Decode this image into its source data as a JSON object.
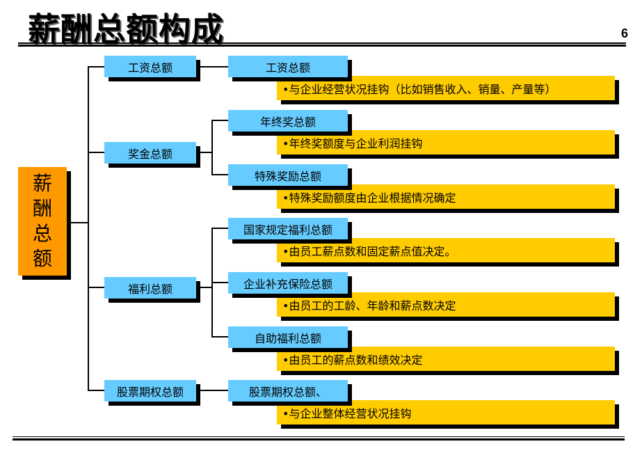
{
  "title": "薪酬总额构成",
  "page_number": "6",
  "root": {
    "chars": [
      "薪",
      "酬",
      "总",
      "额"
    ]
  },
  "level1": [
    "工资总额",
    "奖金总额",
    "福利总额",
    "股票期权总额"
  ],
  "level2": [
    {
      "label": "工资总额",
      "desc": "•与企业经营状况挂钩（比如销售收入、销量、产量等）"
    },
    {
      "label": "年终奖总额",
      "desc": "•年终奖额度与企业利润挂钩"
    },
    {
      "label": "特殊奖励总额",
      "desc": "•特殊奖励额度由企业根据情况确定"
    },
    {
      "label": "国家规定福利总额",
      "desc": "•由员工薪点数和固定薪点值决定。"
    },
    {
      "label": "企业补充保险总额",
      "desc": "•由员工的工龄、年龄和薪点数决定"
    },
    {
      "label": "自助福利总额",
      "desc": "•由员工的薪点数和绩效决定"
    },
    {
      "label": "股票期权总额、",
      "desc": "•与企业整体经营状况挂钩"
    }
  ],
  "colors": {
    "root": "#ff9900",
    "level": "#66ccff",
    "desc": "#ffcc00"
  }
}
